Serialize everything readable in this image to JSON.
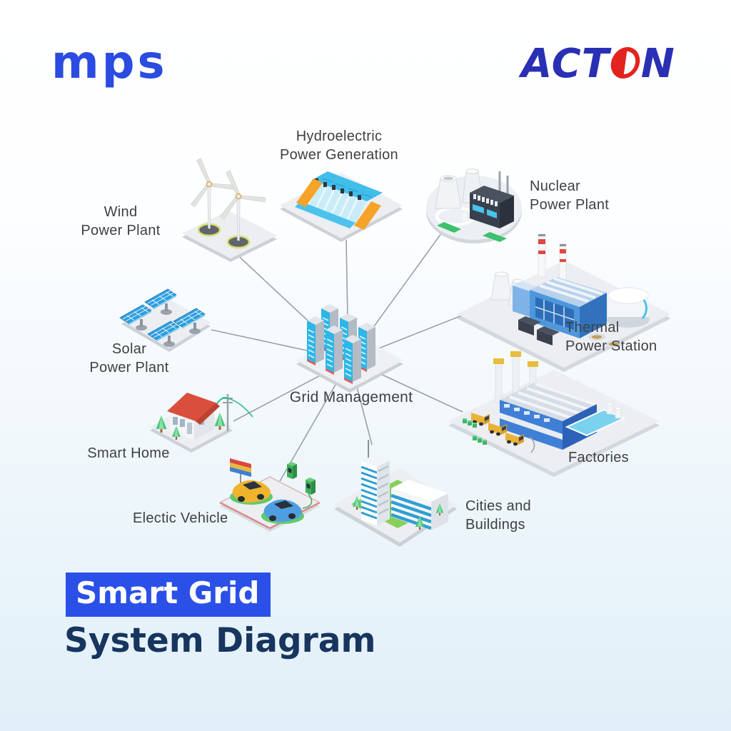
{
  "brand": {
    "mps": "mps",
    "acton_act": "ACT",
    "acton_o": "O",
    "acton_n": "N"
  },
  "nodes": {
    "hydro": {
      "line1": "Hydroelectric",
      "line2": "Power Generation"
    },
    "nuclear": {
      "line1": "Nuclear",
      "line2": "Power Plant"
    },
    "wind": {
      "line1": "Wind",
      "line2": "Power Plant"
    },
    "thermal": {
      "line1": "Thermal",
      "line2": "Power Station"
    },
    "solar": {
      "line1": "Solar",
      "line2": "Power Plant"
    },
    "grid": {
      "label": "Grid Management"
    },
    "smart_home": {
      "label": "Smart Home"
    },
    "factories": {
      "label": "Factories"
    },
    "ev": {
      "label": "Electic Vehicle"
    },
    "cities": {
      "line1": "Cities and",
      "line2": "Buildings"
    }
  },
  "connections": [
    "Grid Management - Wind Power Plant",
    "Grid Management - Hydroelectric Power Generation",
    "Grid Management - Nuclear Power Plant",
    "Grid Management - Thermal Power Station",
    "Grid Management - Factories",
    "Grid Management - Cities and Buildings",
    "Grid Management - Electic Vehicle",
    "Grid Management - Smart Home",
    "Grid Management - Solar Power Plant"
  ],
  "title": {
    "highlight": "Smart Grid",
    "rest": "System Diagram"
  },
  "colors": {
    "accent_blue": "#2B50E8",
    "title_navy": "#17355E",
    "mps_blue": "#2B4BE1",
    "acton_blue": "#2A30B4",
    "acton_red": "#E3231E",
    "label_gray": "#3F4042",
    "line_gray": "#9AA0A8"
  }
}
